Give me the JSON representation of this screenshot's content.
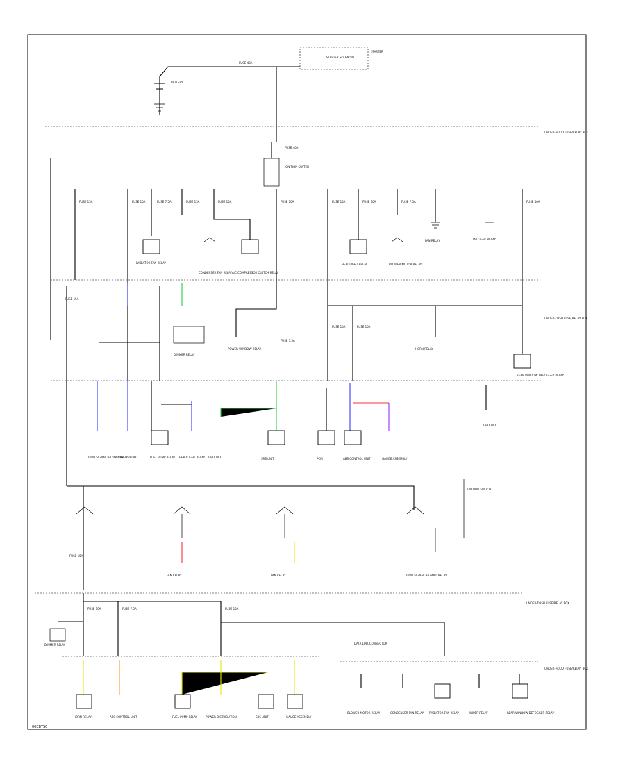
{
  "colors": {
    "blue": "#3b3bff",
    "green": "#2ecc40",
    "red": "#ff3030",
    "yellow": "#e6e600",
    "orange": "#ff9a30",
    "purple": "#9b30ff"
  },
  "labels": {
    "footer_code": "00EBTS0",
    "starter_solenoid": "STARTER SOLENOID",
    "starter_system": "STARTER",
    "battery": "BATTERY",
    "underhood_box": "UNDER-HOOD FUSE/RELAY BOX",
    "under_dash_box": "UNDER-DASH FUSE/RELAY BOX",
    "ignition_switch": "IGNITION SWITCH",
    "fuse_40a": "FUSE 40A",
    "fuse_15a": "FUSE 15A",
    "fuse_10a": "FUSE 10A",
    "fuse_7_5a": "FUSE 7.5A",
    "radiator_fan_relay": "RADIATOR FAN RELAY",
    "condenser_fan_relay": "CONDENSER FAN RELAY",
    "ac_compressor_relay": "A/C COMPRESSOR CLUTCH RELAY",
    "headlight_relay": "HEADLIGHT RELAY",
    "blower_motor_relay": "BLOWER MOTOR RELAY",
    "fan_relay": "FAN RELAY",
    "taillight_relay": "TAILLIGHT RELAY",
    "power_window_relay": "POWER WINDOW RELAY",
    "horn_relay": "HORN RELAY",
    "rear_window_defogger_relay": "REAR WINDOW DEFOGGER RELAY",
    "dimmer_relay": "DIMMER RELAY",
    "turn_signal_relay": "TURN SIGNAL HAZARD RELAY",
    "wiper_relay": "WIPER RELAY",
    "fuel_pump_relay": "FUEL PUMP RELAY",
    "power_distribution": "POWER DISTRIBUTION",
    "ground": "GROUND",
    "data_link_connector": "DATA LINK CONNECTOR",
    "pcm": "PCM",
    "srs_unit": "SRS UNIT",
    "abs_control_unit": "ABS CONTROL UNIT",
    "gauge_assembly": "GAUGE ASSEMBLY"
  }
}
